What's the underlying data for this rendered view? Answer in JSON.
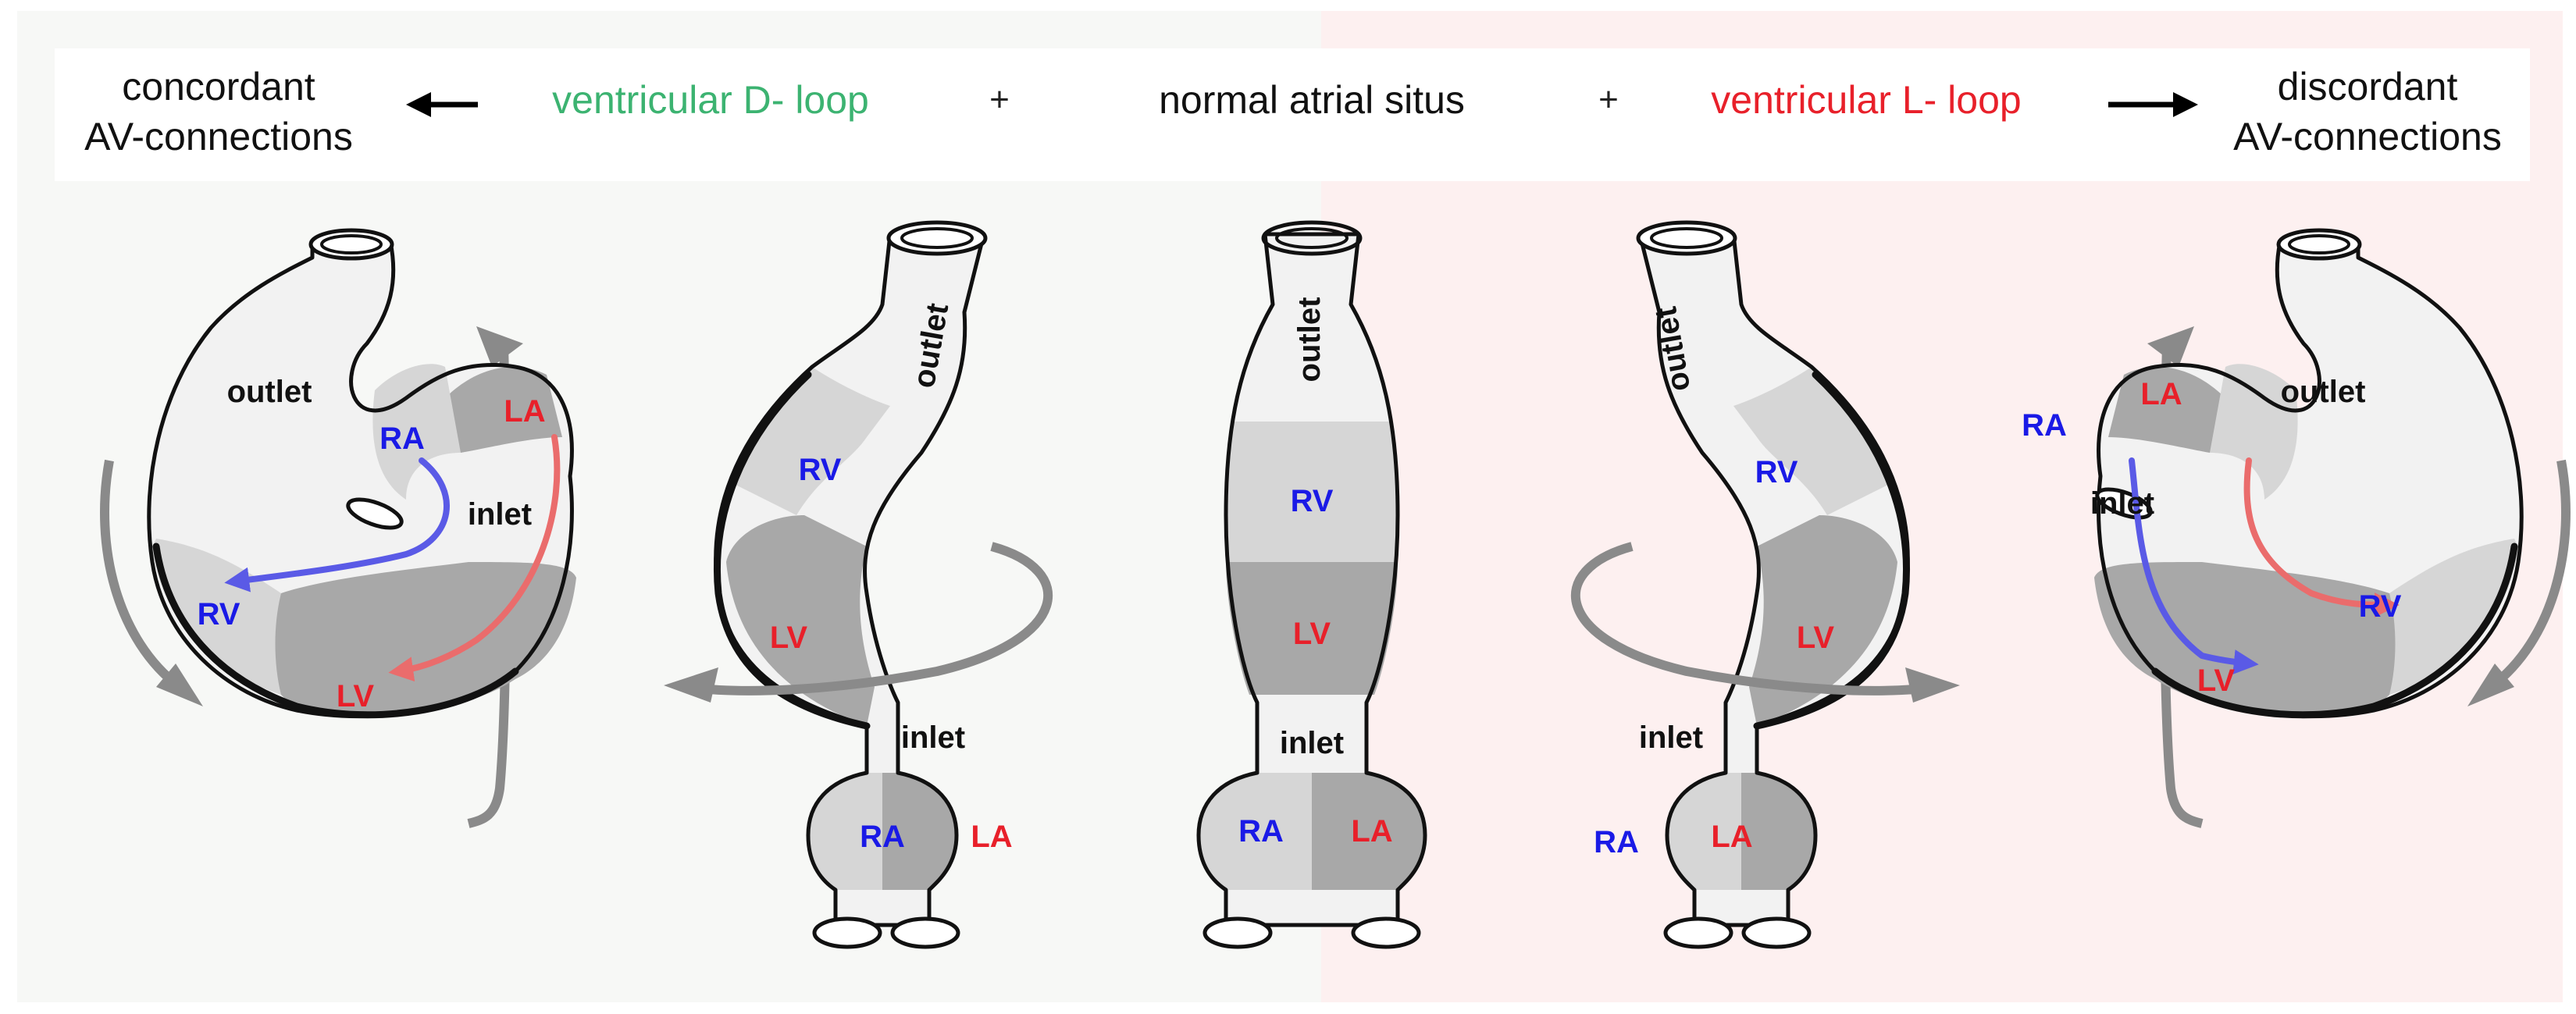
{
  "header": {
    "concordant_line1": "concordant",
    "concordant_line2": "AV-connections",
    "d_loop": "ventricular D- loop",
    "plus": "+",
    "normal_situs": "normal atrial situs",
    "l_loop": "ventricular L- loop",
    "discordant_line1": "discordant",
    "discordant_line2": "AV-connections"
  },
  "labels": {
    "outlet": "outlet",
    "inlet": "inlet",
    "RV": "RV",
    "LV": "LV",
    "RA": "RA",
    "LA": "LA"
  },
  "colors": {
    "green": "#3cb371",
    "red": "#e8202a",
    "blue": "#1a1ae6",
    "black": "#111111"
  }
}
